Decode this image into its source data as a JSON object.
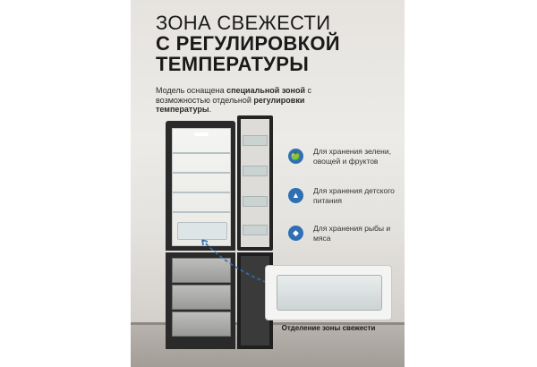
{
  "title": {
    "line1": "ЗОНА СВЕЖЕСТИ",
    "line2": "С РЕГУЛИРОВКОЙ",
    "line3": "ТЕМПЕРАТУРЫ"
  },
  "intro": {
    "part1": "Модель оснащена ",
    "bold1": "специальной зоной",
    "part2": " с возможностью отдельной ",
    "bold2": "регулировки температуры",
    "part3": "."
  },
  "features": [
    {
      "icon": "apple-icon",
      "label": "Для хранения зелени, овощей и фруктов"
    },
    {
      "icon": "baby-bottle-icon",
      "label": "Для хранения детского питания"
    },
    {
      "icon": "fish-icon",
      "label": "Для хранения рыбы и мяса"
    }
  ],
  "inset": {
    "caption": "Отделение зоны свежести"
  },
  "colors": {
    "accent": "#2f6fb3",
    "fridge": "#2a2a2a"
  }
}
